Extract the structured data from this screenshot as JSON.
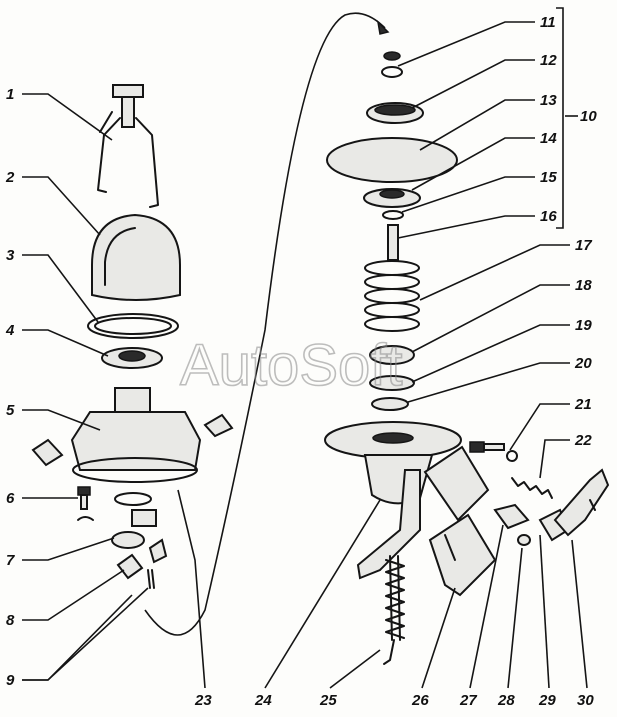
{
  "diagram": {
    "callouts": [
      "1",
      "2",
      "3",
      "4",
      "5",
      "6",
      "7",
      "8",
      "9",
      "10",
      "11",
      "12",
      "13",
      "14",
      "15",
      "16",
      "17",
      "18",
      "19",
      "20",
      "21",
      "22",
      "23",
      "24",
      "25",
      "26",
      "27",
      "28",
      "29",
      "30"
    ]
  },
  "watermark": {
    "text": "AutoSoft"
  },
  "colors": {
    "ink": "#151515",
    "paper": "#fdfdfb",
    "fill": "#e9e9e6"
  }
}
